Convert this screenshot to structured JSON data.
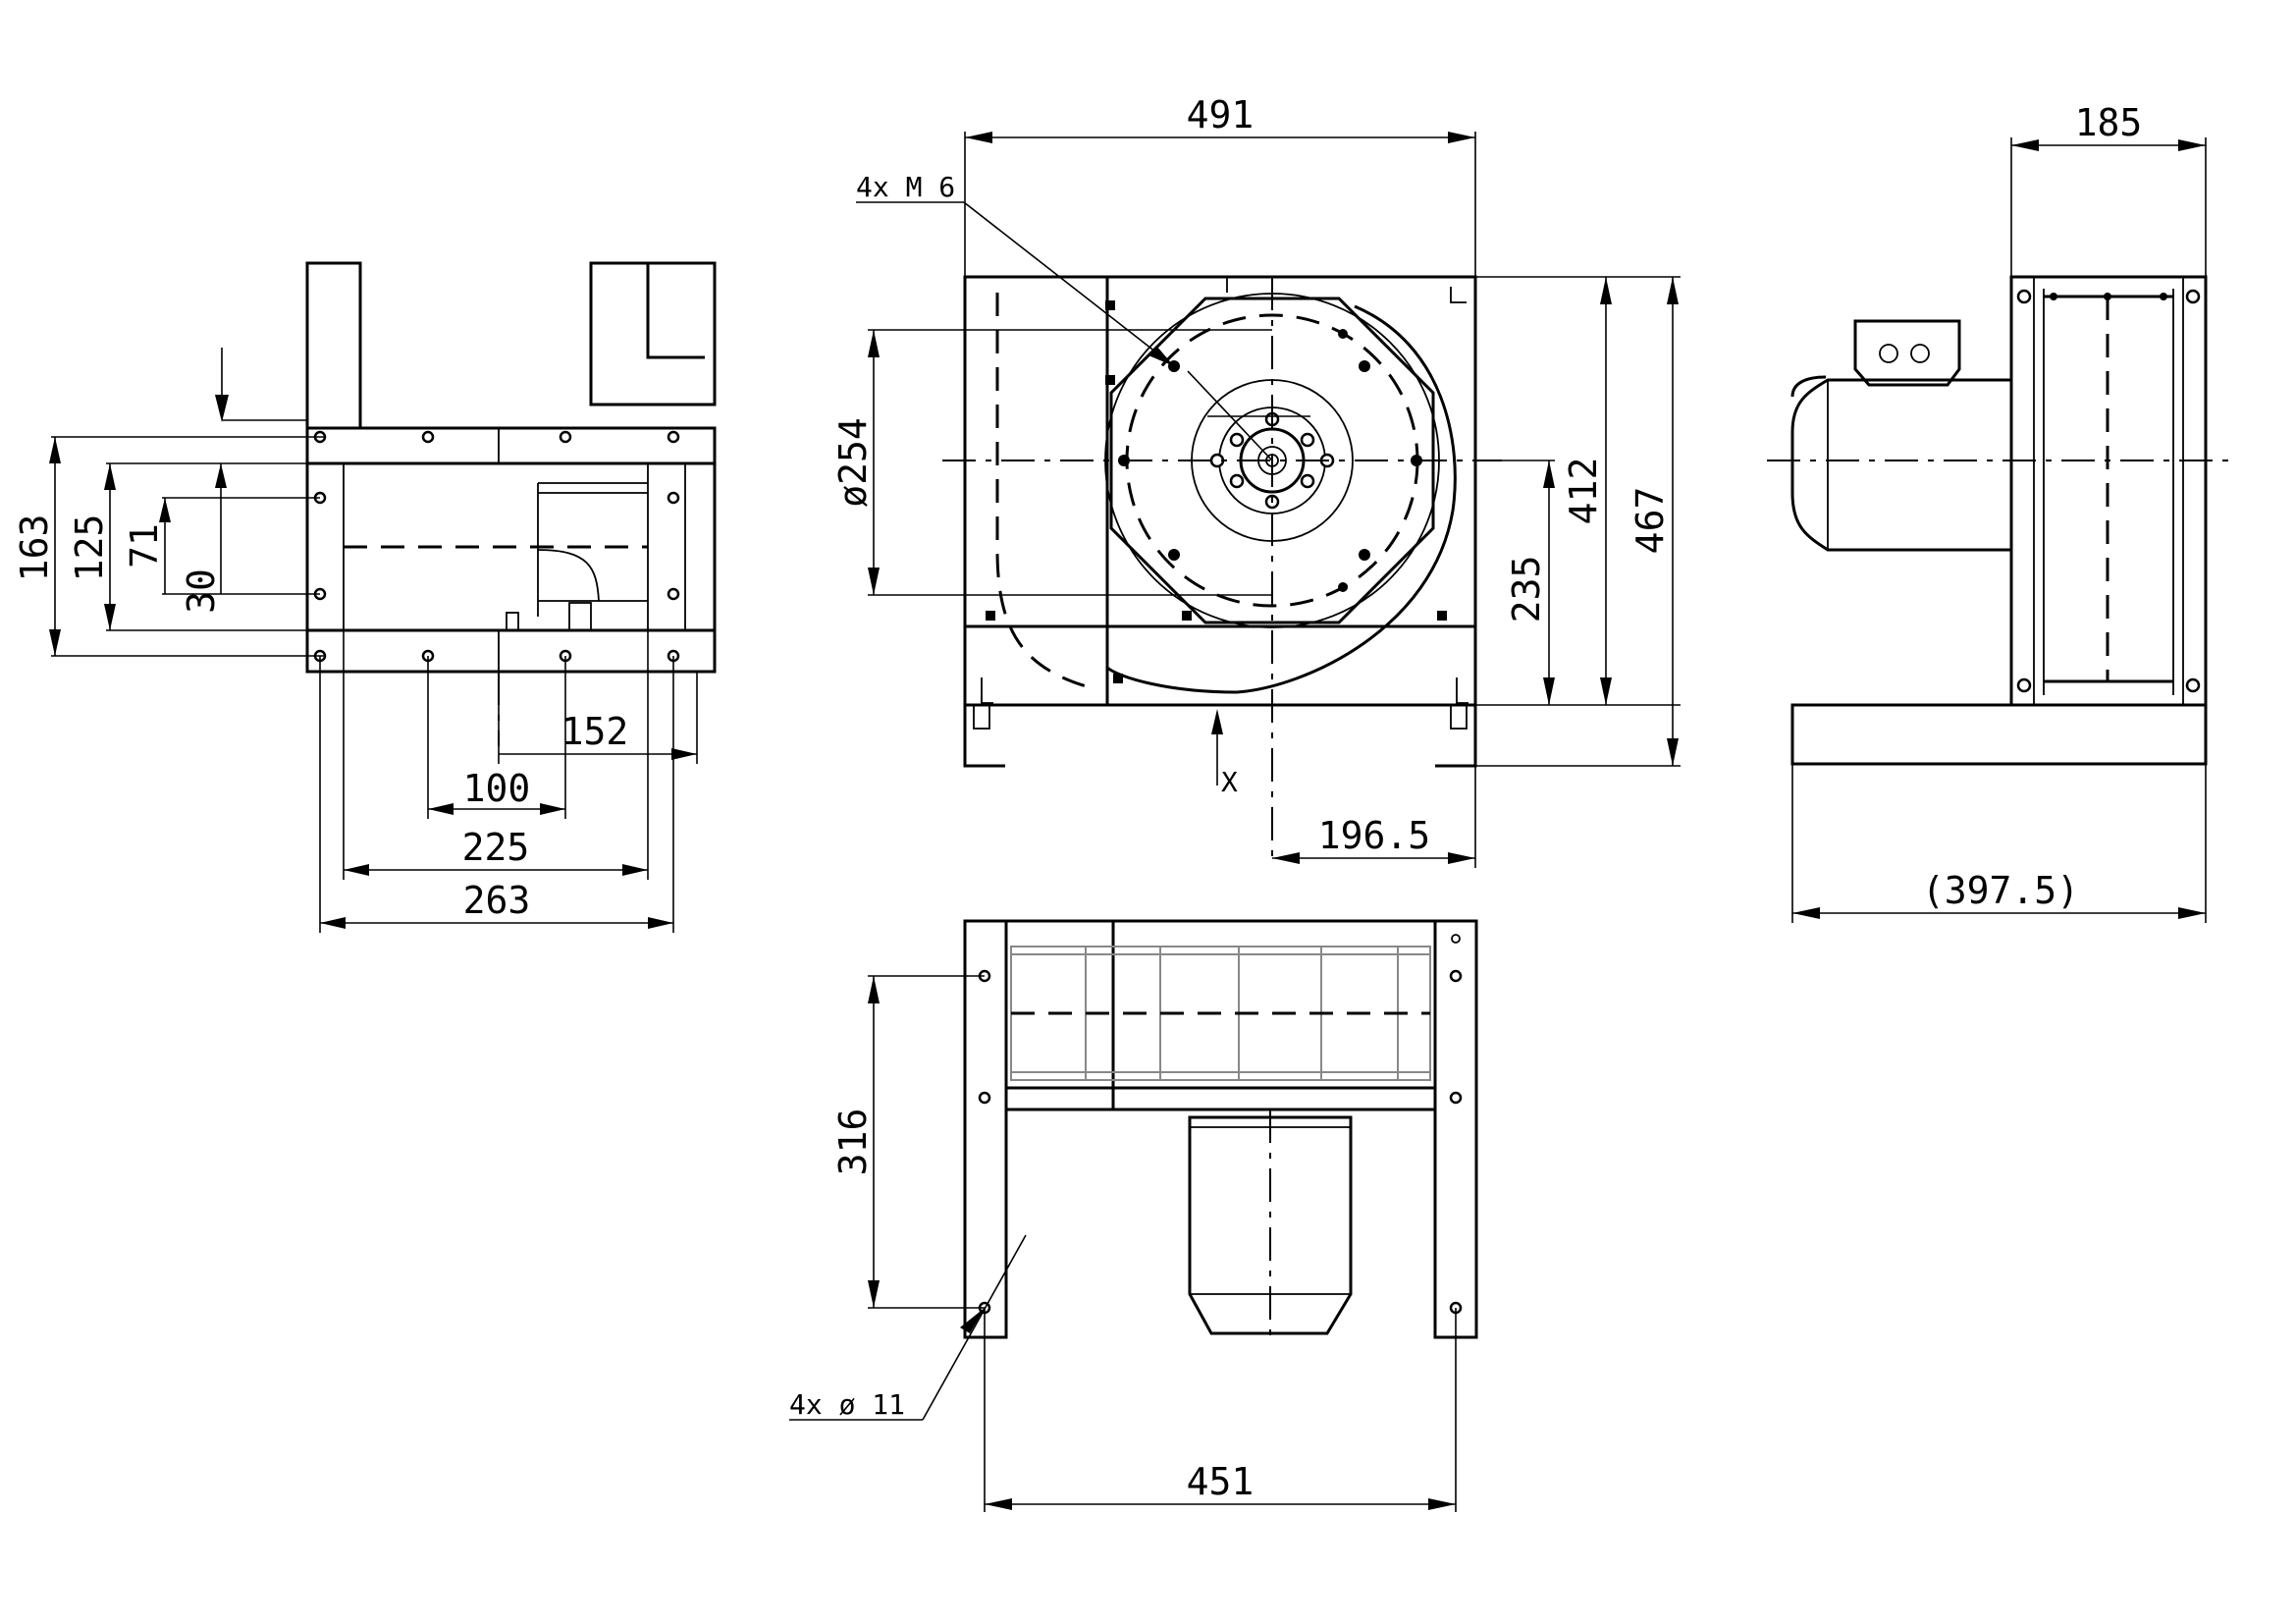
{
  "drawing": {
    "left_view": {
      "dim_163": "163",
      "dim_125": "125",
      "dim_71": "71",
      "dim_30": "30",
      "dim_152": "152",
      "dim_100": "100",
      "dim_225": "225",
      "dim_263": "263"
    },
    "front_view": {
      "dim_491": "491",
      "callout_bolts": "4x M 6",
      "dim_dia_254": "ø254",
      "dim_412": "412",
      "dim_467": "467",
      "dim_235": "235",
      "dim_196_5": "196.5",
      "label_x": "X"
    },
    "right_view": {
      "dim_185": "185",
      "dim_397_5": "(397.5)"
    },
    "bottom_view": {
      "dim_316": "316",
      "callout_holes": "4x ø 11",
      "dim_451": "451"
    }
  }
}
